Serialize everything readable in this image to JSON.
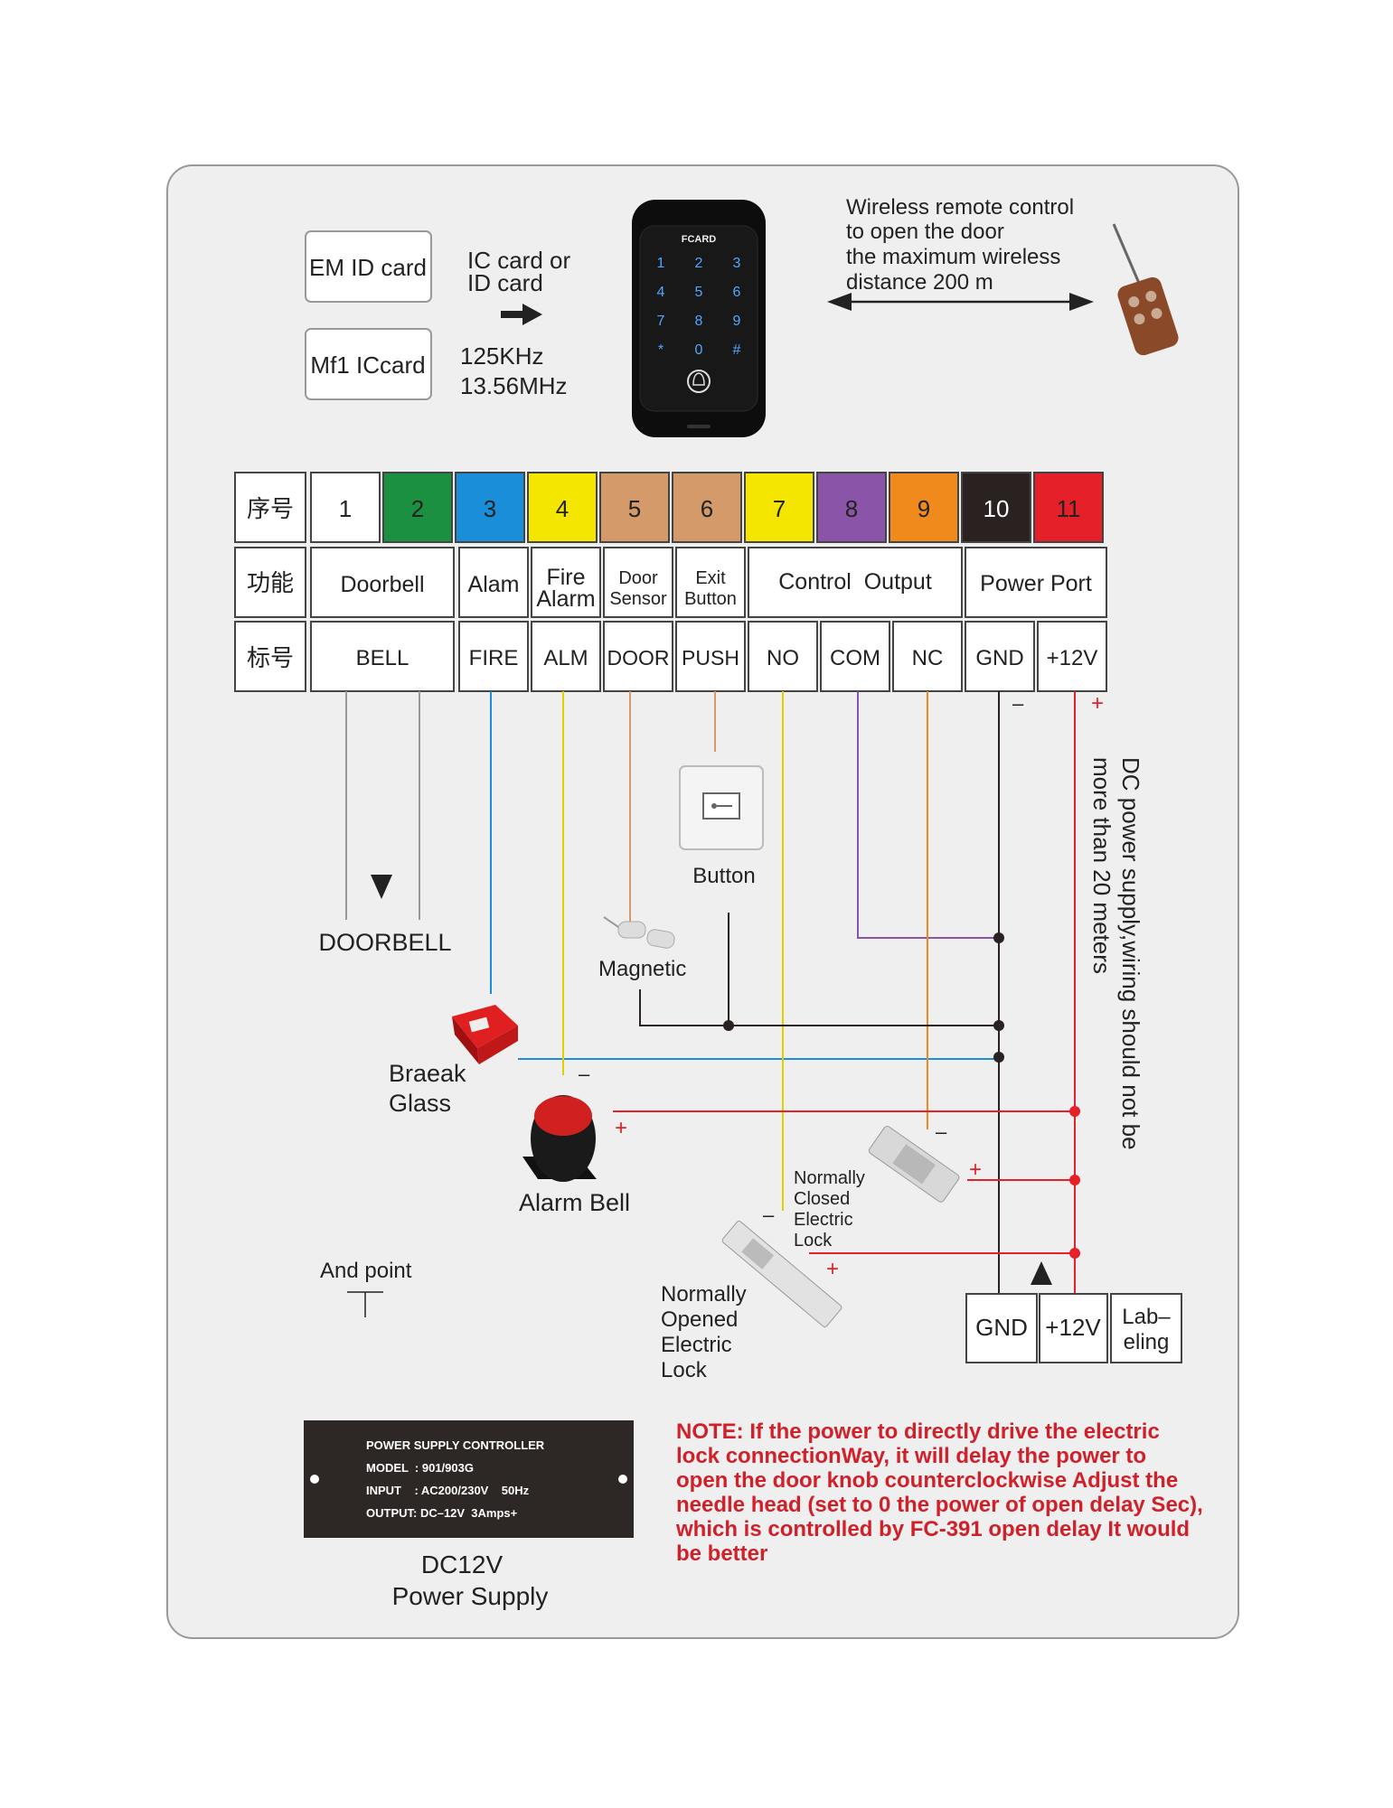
{
  "cards": {
    "em": "EM ID card",
    "mf1": "Mf1 ICcard",
    "ic_line1": "IC card or",
    "ic_line2": "ID card",
    "freq1": "125KHz",
    "freq2": "13.56MHz"
  },
  "keypad": {
    "brand": "FCARD",
    "keys": [
      "1",
      "2",
      "3",
      "4",
      "5",
      "6",
      "7",
      "8",
      "9",
      "*",
      "0",
      "#"
    ]
  },
  "wireless": {
    "line1": "Wireless remote control",
    "line2": "to open the door",
    "line3": "the maximum wireless",
    "line4": "distance 200 m"
  },
  "table": {
    "row_headers": [
      "序号",
      "功能",
      "标号"
    ],
    "numbers": [
      {
        "label": "1",
        "color": "#ffffff"
      },
      {
        "label": "2",
        "color": "#1a9040"
      },
      {
        "label": "3",
        "color": "#1a8ed8"
      },
      {
        "label": "4",
        "color": "#f5e600"
      },
      {
        "label": "5",
        "color": "#d49a6a"
      },
      {
        "label": "6",
        "color": "#d49a6a"
      },
      {
        "label": "7",
        "color": "#f5e600"
      },
      {
        "label": "8",
        "color": "#8a55a8"
      },
      {
        "label": "9",
        "color": "#f08a1c"
      },
      {
        "label": "10",
        "color": "#2a2220"
      },
      {
        "label": "11",
        "color": "#e52028"
      }
    ],
    "functions": {
      "doorbell": "Doorbell",
      "alam": "Alam",
      "fire1": "Fire",
      "fire2": "Alarm",
      "door1": "Door",
      "door2": "Sensor",
      "exit1": "Exit",
      "exit2": "Button",
      "control": "Control  Output",
      "power": "Power Port"
    },
    "labels": [
      "BELL",
      "FIRE",
      "ALM",
      "DOOR",
      "PUSH",
      "NO",
      "COM",
      "NC",
      "GND",
      "+12V"
    ]
  },
  "components": {
    "button": "Button",
    "doorbell": "DOORBELL",
    "magnetic": "Magnetic",
    "break1": "Braeak",
    "break2": "Glass",
    "alarm_bell": "Alarm Bell",
    "nc_lock1": "Normally",
    "nc_lock2": "Closed",
    "nc_lock3": "Electric",
    "nc_lock4": "Lock",
    "no_lock1": "Normally",
    "no_lock2": "Opened",
    "no_lock3": "Electric",
    "no_lock4": "Lock",
    "and_point": "And point",
    "plus": "+",
    "minus": "–"
  },
  "dc_note": {
    "line1": "DC power supply,wiring should not be",
    "line2": "more than 20 meters"
  },
  "terminal": {
    "gnd": "GND",
    "v12": "+12V",
    "lab1": "Lab–",
    "lab2": "eling"
  },
  "psu": {
    "plate1": "POWER SUPPLY CONTROLLER",
    "plate2": "MODEL  : 901/903G",
    "plate3": "INPUT    : AC200/230V    50Hz",
    "plate4": "OUTPUT: DC–12V  3Amps+",
    "caption1": "DC12V",
    "caption2": "Power Supply"
  },
  "note": {
    "line1": "NOTE: If the power to directly drive the electric",
    "line2": "lock connectionWay, it will delay the power to",
    "line3": "open the door knob counterclockwise Adjust the",
    "line4": "needle head (set to 0 the power of open delay Sec),",
    "line5": "which is controlled by FC-391 open delay It would",
    "line6": "be better"
  },
  "colors": {
    "red": "#e52028",
    "blue": "#1a8ed8",
    "yellow": "#f5e600",
    "tan": "#d49a6a",
    "purple": "#8a55a8",
    "orange": "#f08a1c",
    "black": "#2a2220",
    "note_red": "#d0202a"
  }
}
